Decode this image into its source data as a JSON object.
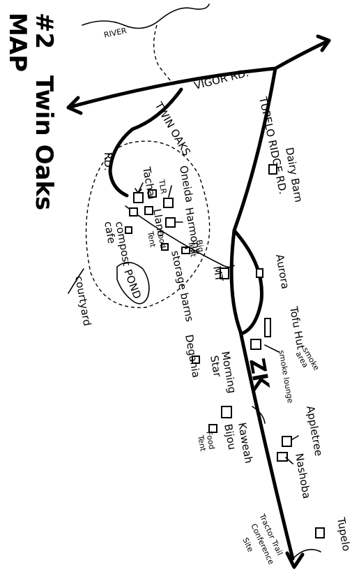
{
  "title": {
    "line1": "MAP",
    "line2": "#2",
    "line3": "Twin Oaks"
  },
  "roads": {
    "river": "RIVER",
    "vigor": "VIGOR RD.",
    "twin_oaks_1": "TWIN OAKS",
    "twin_oaks_2": "RD.",
    "tupelo_ridge": "TUPELO RIDGE RD."
  },
  "places": {
    "dairy_barn": "Dairy Barn",
    "oneida": "Oneida",
    "tachai": "Tachai",
    "tlr": "TLR",
    "harmony": "Harmony",
    "llano": "Llano",
    "compost_1": "compost",
    "compost_2": "cafe",
    "food_tent_1": "Food",
    "food_tent_2": "Tent",
    "big_tent_1": "Big",
    "big_tent_2": "Tent",
    "storage_barns": "storage barns",
    "pond": "POND",
    "mt": "MT",
    "courtyard": "courtyard",
    "aurora": "Aurora",
    "tofu_hut": "Tofu Hut",
    "smoke_area_1": "smoke",
    "smoke_area_2": "area",
    "zk": "ZK",
    "smoke_lounge": "smoke lounge",
    "morning_star_1": "Morning",
    "morning_star_2": "Star",
    "degania": "Degania",
    "kaweah": "Kaweah",
    "bijou": "Bijou",
    "food_tent2_1": "Food",
    "food_tent2_2": "Tent",
    "appletree": "Appletree",
    "nashoba": "Nashoba",
    "tractor_trail": "Tractor Trail",
    "conference_site_1": "Conference",
    "conference_site_2": "Site",
    "tupelo": "Tupelo"
  }
}
